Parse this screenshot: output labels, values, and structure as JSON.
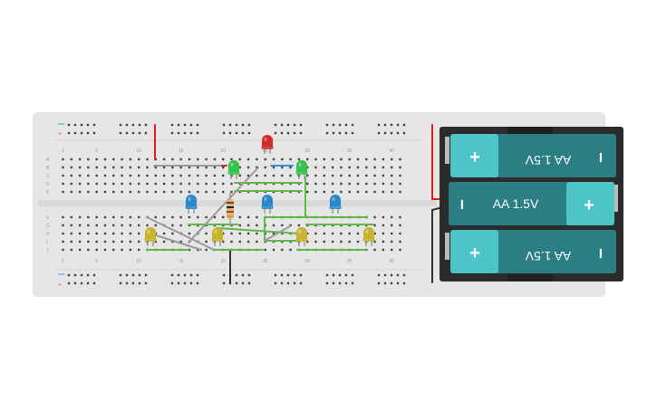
{
  "breadboard": {
    "column_numbers": [
      "1",
      "5",
      "10",
      "15",
      "20",
      "25",
      "30",
      "35",
      "40"
    ],
    "row_letters_top": [
      "A",
      "B",
      "C",
      "D",
      "E"
    ],
    "row_letters_bottom": [
      "F",
      "G",
      "H",
      "I",
      "J"
    ],
    "rail_minus": "−",
    "rail_plus": "+"
  },
  "battery_pack": {
    "cells": [
      {
        "label": "AA 1.5V",
        "orientation": "flipped"
      },
      {
        "label": "AA 1.5V",
        "orientation": "normal"
      },
      {
        "label": "AA 1.5V",
        "orientation": "flipped"
      }
    ],
    "plus_sign": "+",
    "minus_sign": "I"
  },
  "colors": {
    "board": "#e6e6e6",
    "hole": "#444444",
    "wire_green": "#5fb84a",
    "wire_red": "#e02020",
    "wire_gray": "#9a9a9a",
    "wire_black": "#333333",
    "wire_blue": "#2f8fd8",
    "led_red": "#d42a2a",
    "led_green": "#33c24a",
    "led_blue": "#2a88c8",
    "led_yellow": "#c9b22e",
    "battery_case": "#2b2b2b",
    "battery_body": "#2b7e83",
    "battery_cap": "#4cc4c8"
  }
}
